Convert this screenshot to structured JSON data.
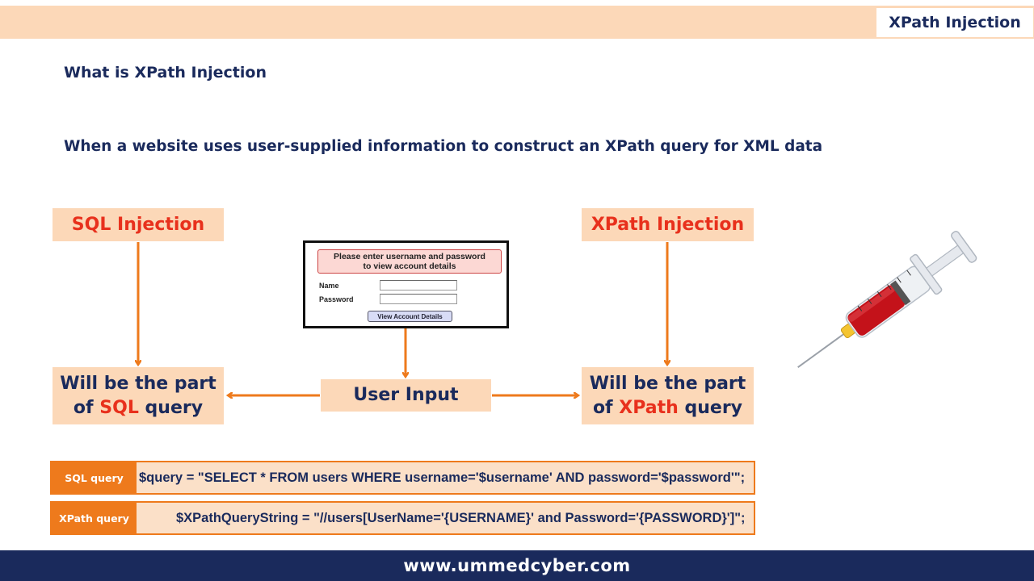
{
  "header": {
    "title": "XPath Injection"
  },
  "content": {
    "heading": "What is XPath Injection",
    "description": "When a website uses user-supplied information to construct an XPath query for XML data"
  },
  "diagram": {
    "sql_label": "SQL Injection",
    "xpath_label": "XPath Injection",
    "will_part": "Will be the part",
    "of": "of",
    "sql_word": "SQL",
    "xpath_word": "XPath",
    "query_word": "query",
    "user_input": "User Input"
  },
  "login_form": {
    "header_line1": "Please enter username and password",
    "header_line2": "to view account details",
    "name_label": "Name",
    "password_label": "Password",
    "name_value": "",
    "password_value": "",
    "button_label": "View Account Details"
  },
  "queries": {
    "sql_label": "SQL query",
    "sql_code": "$query = \"SELECT * FROM users WHERE username='$username' AND password='$password'\";",
    "xpath_label": "XPath query",
    "xpath_code": "$XPathQueryString = \"//users[UserName='{USERNAME}' and Password='{PASSWORD}']\";"
  },
  "footer": {
    "website": "www.ummedcyber.com"
  },
  "colors": {
    "accent_orange": "#ee7a1c",
    "peach": "#fcd8b8",
    "navy": "#1a2a5c",
    "red": "#e8301c"
  },
  "icons": {
    "illustration": "syringe-icon"
  }
}
